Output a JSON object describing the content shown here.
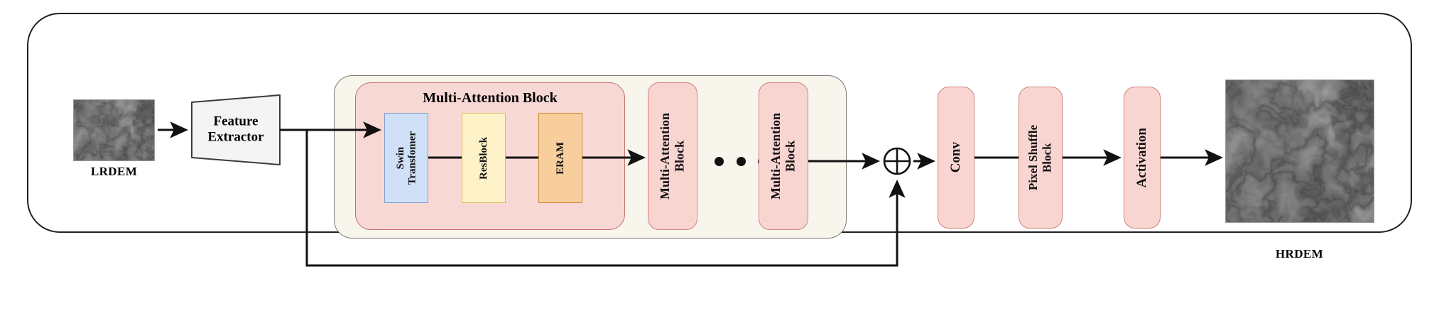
{
  "figure": {
    "type": "neural-network-architecture-diagram",
    "title": "Super-resolution DEM network architecture"
  },
  "inputs": {
    "lrdem": {
      "caption": "LRDEM",
      "kind": "grayscale-terrain-image"
    }
  },
  "outputs": {
    "hrdem": {
      "caption": "HRDEM",
      "kind": "grayscale-terrain-image"
    }
  },
  "feature_extractor": {
    "label_line1": "Feature",
    "label_line2": "Extractor",
    "shape": "trapezoid",
    "fill": "#f4f4f4",
    "stroke": "#3b3b3b"
  },
  "multi_attention": {
    "group_fill": "#f7f5ec",
    "group_stroke": "#7c7a72",
    "expanded_title": "Multi-Attention Block",
    "expanded_fill": "#f8d8d4",
    "expanded_stroke": "#c4706a",
    "sub_blocks": [
      {
        "label": "Swin\nTransfomer",
        "fill": "#cfe0f7",
        "stroke": "#7f9fd0"
      },
      {
        "label": "ResBlock",
        "fill": "#fdf2c8",
        "stroke": "#d9bd5e"
      },
      {
        "label": "ERAM",
        "fill": "#f8cf9c",
        "stroke": "#d08a31"
      }
    ],
    "repeated_blocks": [
      {
        "label": "Multi-Attention\nBlock"
      },
      {
        "label": "Multi-Attention\nBlock"
      }
    ],
    "ellipsis_dots": 3
  },
  "tail_blocks": [
    {
      "label": "Conv"
    },
    {
      "label": "Pixel Shuffle\nBlock"
    },
    {
      "label": "Activation"
    }
  ],
  "operators": {
    "add": {
      "symbol": "⊕",
      "name": "element-wise-addition"
    }
  },
  "colors": {
    "pink_fill": "#f9d5d1",
    "pink_stroke": "#d0837c",
    "cream_fill": "#f7f5ec",
    "blue_fill": "#cfe0f7",
    "yellow_fill": "#fdf2c8",
    "orange_fill": "#f8cf9c",
    "frame_stroke": "#231f20",
    "wire": "#111111"
  },
  "connections": [
    {
      "from": "LRDEM",
      "to": "Feature Extractor"
    },
    {
      "from": "Feature Extractor",
      "to": "Swin Transfomer"
    },
    {
      "from": "Swin Transfomer",
      "to": "ResBlock"
    },
    {
      "from": "ResBlock",
      "to": "ERAM"
    },
    {
      "from": "ERAM",
      "to": "Multi-Attention Block"
    },
    {
      "from": "Multi-Attention Block",
      "to": "Add"
    },
    {
      "from": "Feature Extractor",
      "to": "Add",
      "kind": "long-skip-connection"
    },
    {
      "from": "Add",
      "to": "Conv"
    },
    {
      "from": "Conv",
      "to": "Pixel Shuffle Block"
    },
    {
      "from": "Pixel Shuffle Block",
      "to": "Activation"
    },
    {
      "from": "Activation",
      "to": "HRDEM"
    }
  ]
}
